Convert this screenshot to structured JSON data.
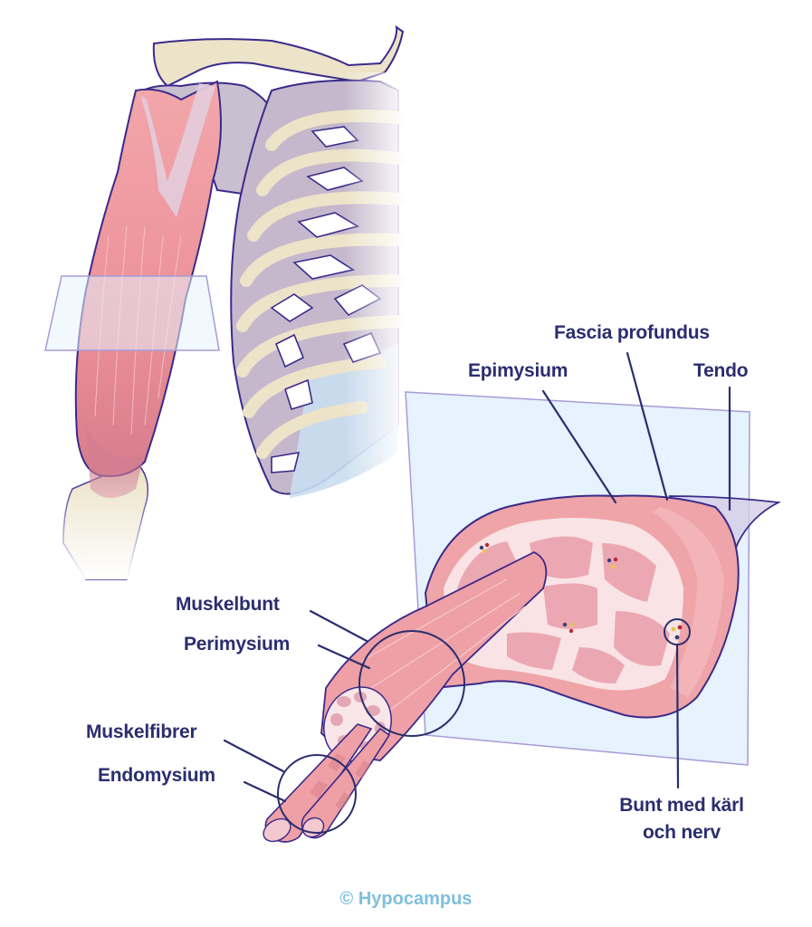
{
  "diagram": {
    "title": "Muscle structure (skeletal muscle anatomy)",
    "colors": {
      "label_text": "#2a2e6e",
      "leader_line": "#2a2e6e",
      "outline": "#3b2a8a",
      "muscle": "#ee9aa0",
      "muscle_dark": "#d9808c",
      "bone": "#ece3c8",
      "bone_shadow": "#b8aec4",
      "cartilage": "#c9def0",
      "plane_fill": "#e6f2fd",
      "plane_stroke": "#a79bd6",
      "credit": "#7ec0dc"
    },
    "labels": {
      "fascia_profundus": "Fascia profundus",
      "epimysium": "Epimysium",
      "tendo": "Tendo",
      "muskelbunt": "Muskelbunt",
      "perimysium": "Perimysium",
      "muskelfibrer": "Muskelfibrer",
      "endomysium": "Endomysium",
      "bunt_line1": "Bunt med kärl",
      "bunt_line2": "och nerv"
    },
    "credit": "© Hypocampus"
  }
}
